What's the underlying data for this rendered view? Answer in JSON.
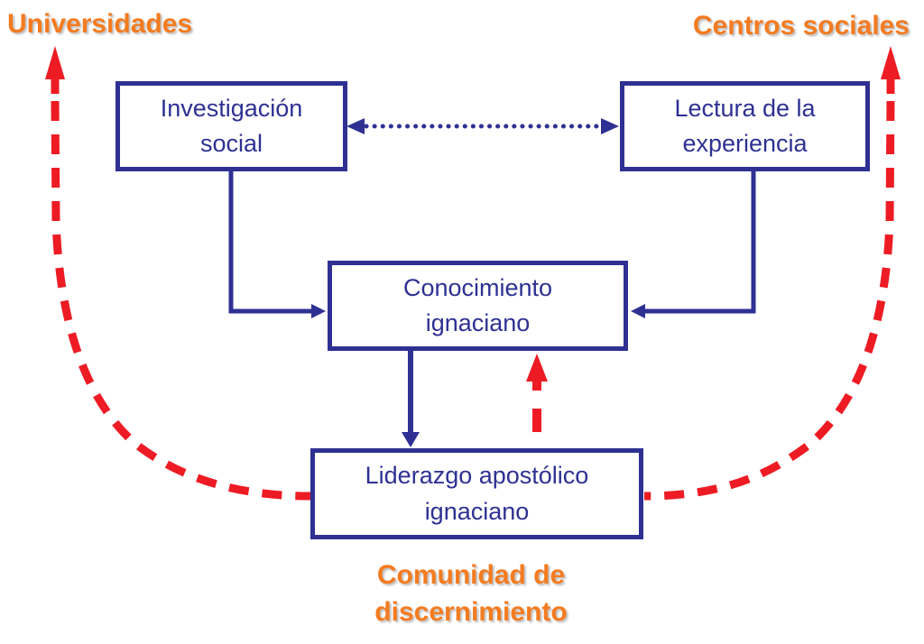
{
  "labels": {
    "universidades": "Universidades",
    "centros_sociales": "Centros sociales",
    "comunidad": "Comunidad de\ndiscernimiento"
  },
  "boxes": {
    "investigacion": "Investigación\nsocial",
    "lectura": "Lectura de la\nexperiencia",
    "conocimiento": "Conocimiento\nignaciano",
    "liderazgo": "Liderazgo apostólico\nignaciano"
  },
  "connections": [
    {
      "from": "Investigación social",
      "to": "Lectura de la experiencia",
      "style": "dotted",
      "color": "blue",
      "bidirectional": true
    },
    {
      "from": "Investigación social",
      "to": "Conocimiento ignaciano",
      "style": "solid-elbow",
      "color": "blue",
      "bidirectional": false
    },
    {
      "from": "Lectura de la experiencia",
      "to": "Conocimiento ignaciano",
      "style": "solid-elbow",
      "color": "blue",
      "bidirectional": false
    },
    {
      "from": "Conocimiento ignaciano",
      "to": "Liderazgo apostólico ignaciano",
      "style": "solid",
      "color": "blue",
      "bidirectional": false
    },
    {
      "from": "Liderazgo apostólico ignaciano",
      "to": "Conocimiento ignaciano",
      "style": "dashed",
      "color": "red",
      "bidirectional": false
    },
    {
      "from": "Liderazgo apostólico ignaciano",
      "to": "Universidades",
      "style": "dashed-curve",
      "color": "red",
      "bidirectional": false
    },
    {
      "from": "Liderazgo apostólico ignaciano",
      "to": "Centros sociales",
      "style": "dashed-curve",
      "color": "red",
      "bidirectional": false
    }
  ],
  "colors": {
    "box_blue": "#2e3192",
    "arrow_red": "#ed1c24",
    "label_orange": "#f47b20",
    "shadow_gray": "#bdbdbd",
    "bg_white": "#ffffff"
  }
}
